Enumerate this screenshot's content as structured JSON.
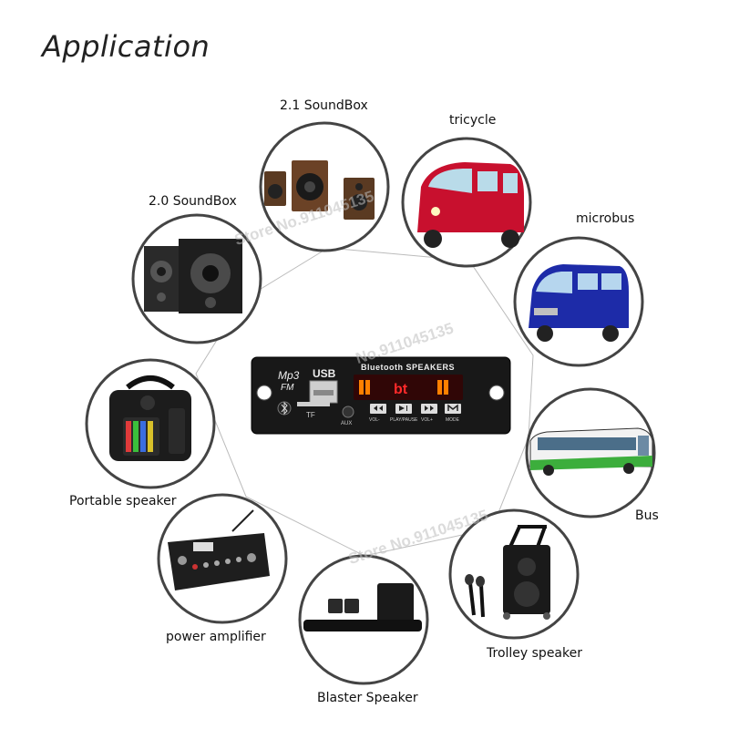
{
  "title": "Application",
  "labels": {
    "soundbox_21": "2.1 SoundBox",
    "tricycle": "tricycle",
    "soundbox_20": "2.0 SoundBox",
    "microbus": "microbus",
    "portable_speaker": "Portable speaker",
    "bus": "Bus",
    "power_amplifier": "power amplifier",
    "trolley_speaker": "Trolley speaker",
    "blaster_speaker": "Blaster Speaker"
  },
  "module": {
    "mp3": "Mp3",
    "fm": "FM",
    "usb": "USB",
    "tf": "TF",
    "aux": "AUX",
    "header": "Bluetooth SPEAKERS",
    "display": "bt",
    "btn_vol_minus": "VOL-",
    "btn_play_pause": "PLAY/PAUSE",
    "btn_vol_plus": "VOL+",
    "btn_mode": "MODE"
  },
  "watermarks": {
    "w1": "Store No.911045135",
    "w2": "No.911045135",
    "w3": "Store No.911045135"
  }
}
